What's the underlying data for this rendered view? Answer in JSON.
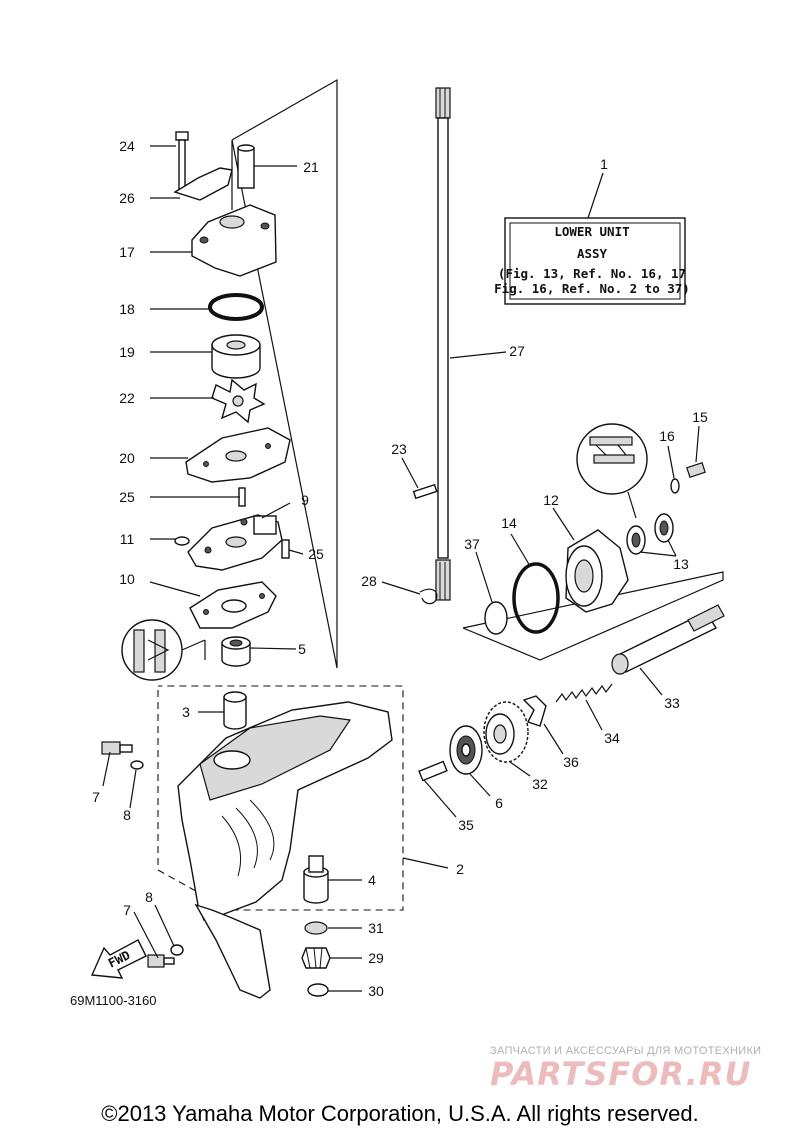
{
  "ref_box": {
    "line1": "LOWER UNIT",
    "line2": "ASSY",
    "line3": "(Fig. 13, Ref. No. 16, 17",
    "line4": "Fig. 16, Ref. No. 2 to 37)"
  },
  "callouts": {
    "c1": "1",
    "c2": "2",
    "c3": "3",
    "c4": "4",
    "c5": "5",
    "c6": "6",
    "c7a": "7",
    "c7b": "7",
    "c8a": "8",
    "c8b": "8",
    "c9": "9",
    "c10": "10",
    "c11": "11",
    "c12": "12",
    "c13": "13",
    "c14": "14",
    "c15": "15",
    "c16": "16",
    "c17": "17",
    "c18": "18",
    "c19": "19",
    "c20": "20",
    "c21": "21",
    "c22": "22",
    "c23": "23",
    "c24": "24",
    "c25a": "25",
    "c25b": "25",
    "c26": "26",
    "c27": "27",
    "c28": "28",
    "c29": "29",
    "c30": "30",
    "c31": "31",
    "c32": "32",
    "c33": "33",
    "c34": "34",
    "c35": "35",
    "c36": "36",
    "c37": "37"
  },
  "fwd_label": "FWD",
  "drawing_code": "69M1100-3160",
  "watermark": {
    "caption": "ЗАПЧАСТИ И АКСЕССУАРЫ ДЛЯ МОТОТЕХНИКИ",
    "logo": "PARTSFOR.RU"
  },
  "copyright": "©2013 Yamaha Motor Corporation, U.S.A. All rights reserved."
}
